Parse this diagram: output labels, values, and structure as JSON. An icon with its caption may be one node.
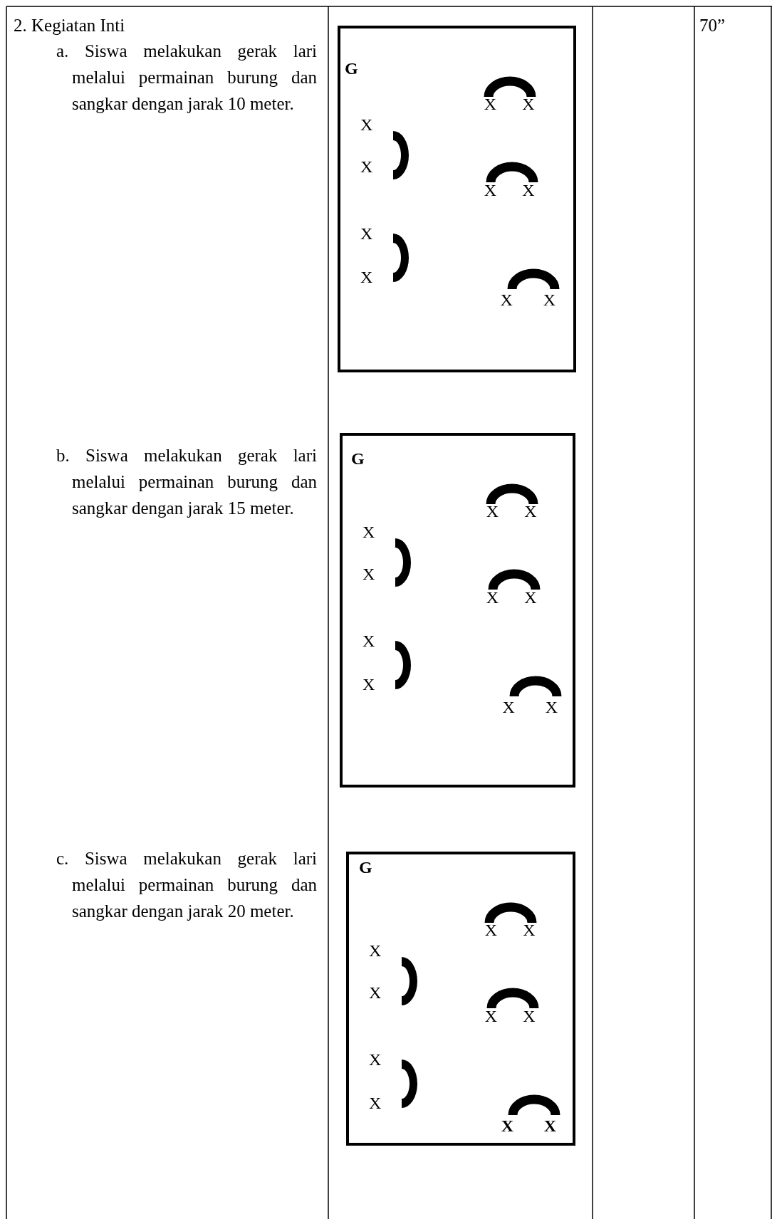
{
  "diagram": {
    "nodes": [
      {
        "text": [
          "G",
          "X",
          "X",
          "X",
          "X",
          "X",
          "X",
          "X",
          "X",
          "X",
          "X"
        ]
      },
      {
        "text": [
          "G",
          "X",
          "X",
          "X",
          "X",
          "X",
          "X",
          "X",
          "X",
          "X",
          "X"
        ]
      },
      {
        "text": [
          "G",
          "X",
          "X",
          "X",
          "X",
          "X",
          "X",
          "X",
          "X",
          "X",
          "X"
        ]
      }
    ],
    "labels": [
      "2. Kegiatan Inti",
      "a. Siswa melakukan gerak lari melalui permainan burung dan sangkar dengan jarak 10 meter.",
      "b. Siswa melakukan gerak lari melalui permainan burung dan sangkar dengan jarak 15 meter.",
      "c. Siswa melakukan gerak lari melalui permainan burung dan sangkar dengan jarak 20 meter.",
      "70”"
    ]
  }
}
